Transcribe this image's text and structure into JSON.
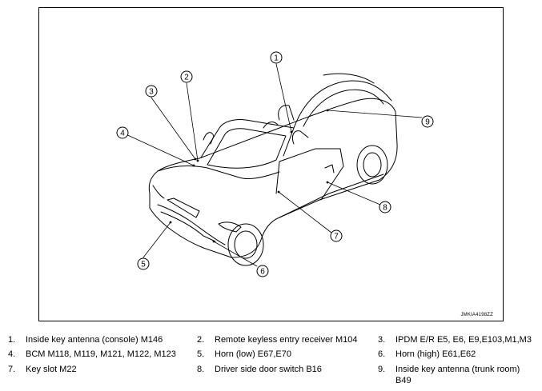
{
  "figure_id": "JMKIA4198ZZ",
  "callouts": [
    {
      "num": "1"
    },
    {
      "num": "2"
    },
    {
      "num": "3"
    },
    {
      "num": "4"
    },
    {
      "num": "5"
    },
    {
      "num": "6"
    },
    {
      "num": "7"
    },
    {
      "num": "8"
    },
    {
      "num": "9"
    }
  ],
  "legend": [
    {
      "num": "1.",
      "text": "Inside key antenna (console) M146"
    },
    {
      "num": "2.",
      "text": "Remote keyless entry receiver M104"
    },
    {
      "num": "3.",
      "text": "IPDM E/R E5, E6, E9,E103,M1,M3"
    },
    {
      "num": "4.",
      "text": "BCM M118, M119, M121, M122, M123"
    },
    {
      "num": "5.",
      "text": "Horn (low) E67,E70"
    },
    {
      "num": "6.",
      "text": "Horn (high) E61,E62"
    },
    {
      "num": "7.",
      "text": " Key slot M22"
    },
    {
      "num": "8.",
      "text": "Driver side door switch B16"
    },
    {
      "num": "9.",
      "text": "Inside key antenna (trunk room) B49"
    }
  ]
}
